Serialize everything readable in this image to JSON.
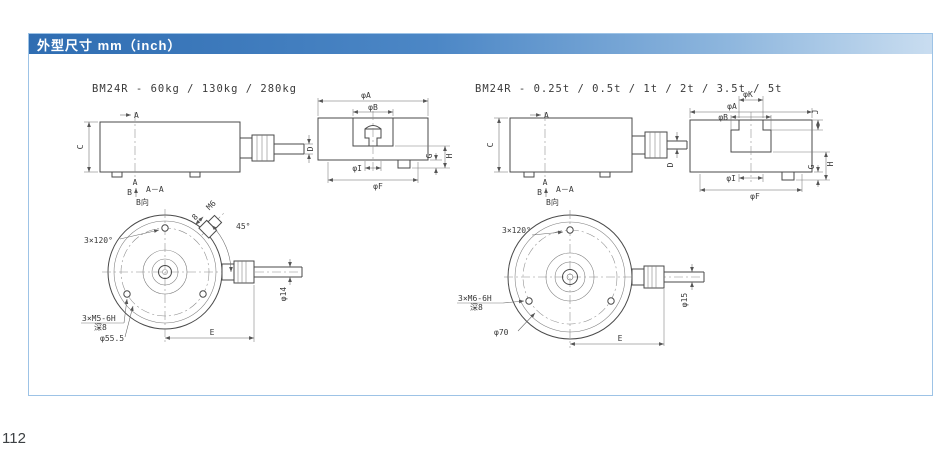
{
  "colors": {
    "header_bg": "#3b78bb",
    "header_text": "#ffffff",
    "panel_border": "#9dc3e6",
    "line": "#4a4a4a"
  },
  "header": {
    "title": "外型尺寸 mm（inch）"
  },
  "page_number": "112",
  "drawing_left": {
    "title": "BM24R - 60kg / 130kg / 280kg",
    "section_label": "A－A",
    "view_label": "B向",
    "side_view": {
      "dim_c": "C",
      "dim_d": "D",
      "cut_top": "A",
      "cut_bottom": "A",
      "view_dir": "B"
    },
    "section_view": {
      "dia_a": "φA",
      "dia_b": "φB",
      "dia_i": "φI",
      "dia_f": "φF",
      "dim_g": "G",
      "dim_h": "H"
    },
    "bottom_view": {
      "bolt_pattern": "3×120°",
      "stub_len": "8",
      "thread": "M6",
      "angle": "45°",
      "cable_dia": "φ14",
      "tap_spec": "3×M5-6H",
      "tap_depth": "深8",
      "bolt_circle": "φ55.5",
      "dim_e": "E"
    }
  },
  "drawing_right": {
    "title": "BM24R - 0.25t / 0.5t / 1t / 2t / 3.5t / 5t",
    "section_label": "A－A",
    "view_label": "B向",
    "side_view": {
      "dim_c": "C",
      "dim_d": "D",
      "cut_top": "A",
      "cut_bottom": "A",
      "view_dir": "B"
    },
    "section_view": {
      "dia_a": "φA",
      "dia_b": "φB",
      "dia_k": "φK",
      "dim_j": "J",
      "dia_i": "φI",
      "dia_f": "φF",
      "dim_g": "G",
      "dim_h": "H"
    },
    "bottom_view": {
      "bolt_pattern": "3×120°",
      "cable_dia": "φ15",
      "tap_spec": "3×M6-6H",
      "tap_depth": "深8",
      "bolt_circle": "φ70",
      "dim_e": "E"
    }
  }
}
